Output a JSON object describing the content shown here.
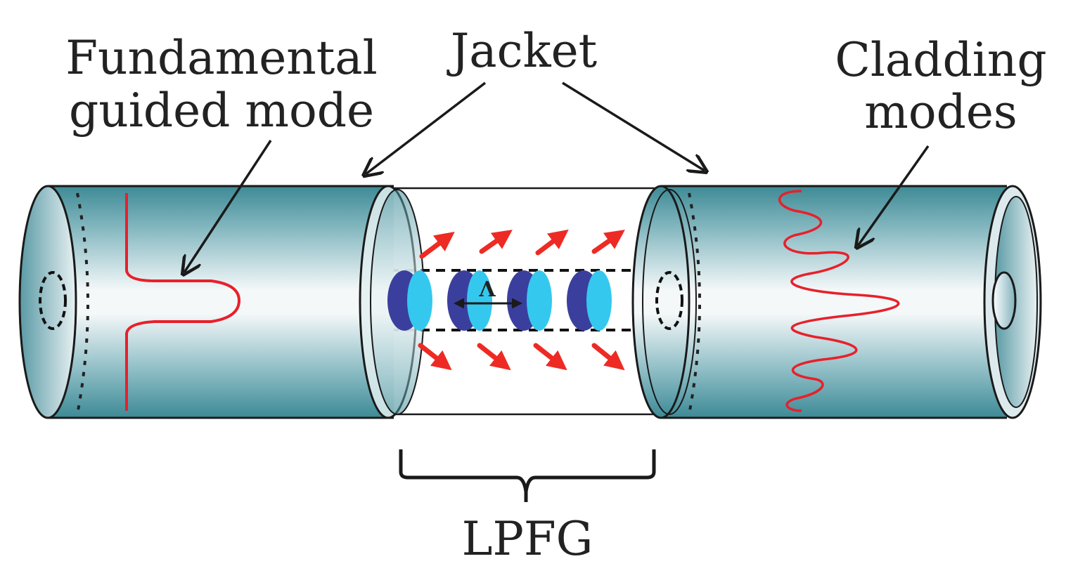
{
  "labels": {
    "fundamental_line1": "Fundamental",
    "fundamental_line2": "guided mode",
    "jacket": "Jacket",
    "cladding_line1": "Cladding",
    "cladding_line2": "modes",
    "lpfg": "LPFG",
    "period": "Λ"
  },
  "colors": {
    "jacket_dark": "#3d8a96",
    "jacket_light": "#f4f8f9",
    "mode_profile": "#e8202a",
    "grating_dark": "#3a3f9e",
    "grating_light": "#35c8ef",
    "outline": "#1a1a1a"
  },
  "grating": {
    "segments": 4
  },
  "radiation_arrows": {
    "top_count": 4,
    "bottom_count": 4
  }
}
